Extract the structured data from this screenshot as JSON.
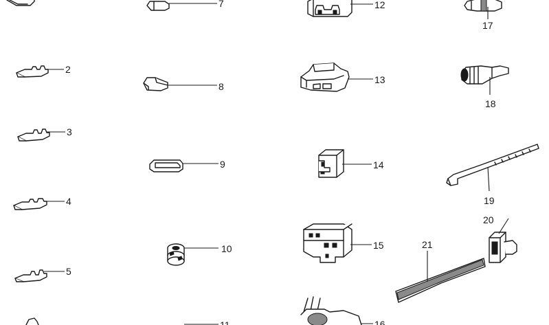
{
  "callouts": [
    "2",
    "3",
    "4",
    "5",
    "7",
    "8",
    "9",
    "10",
    "11",
    "12",
    "13",
    "14",
    "15",
    "16",
    "17",
    "18",
    "19",
    "20",
    "21"
  ],
  "colors": {
    "ink": "#1a1a1a",
    "paper": "#ffffff"
  }
}
